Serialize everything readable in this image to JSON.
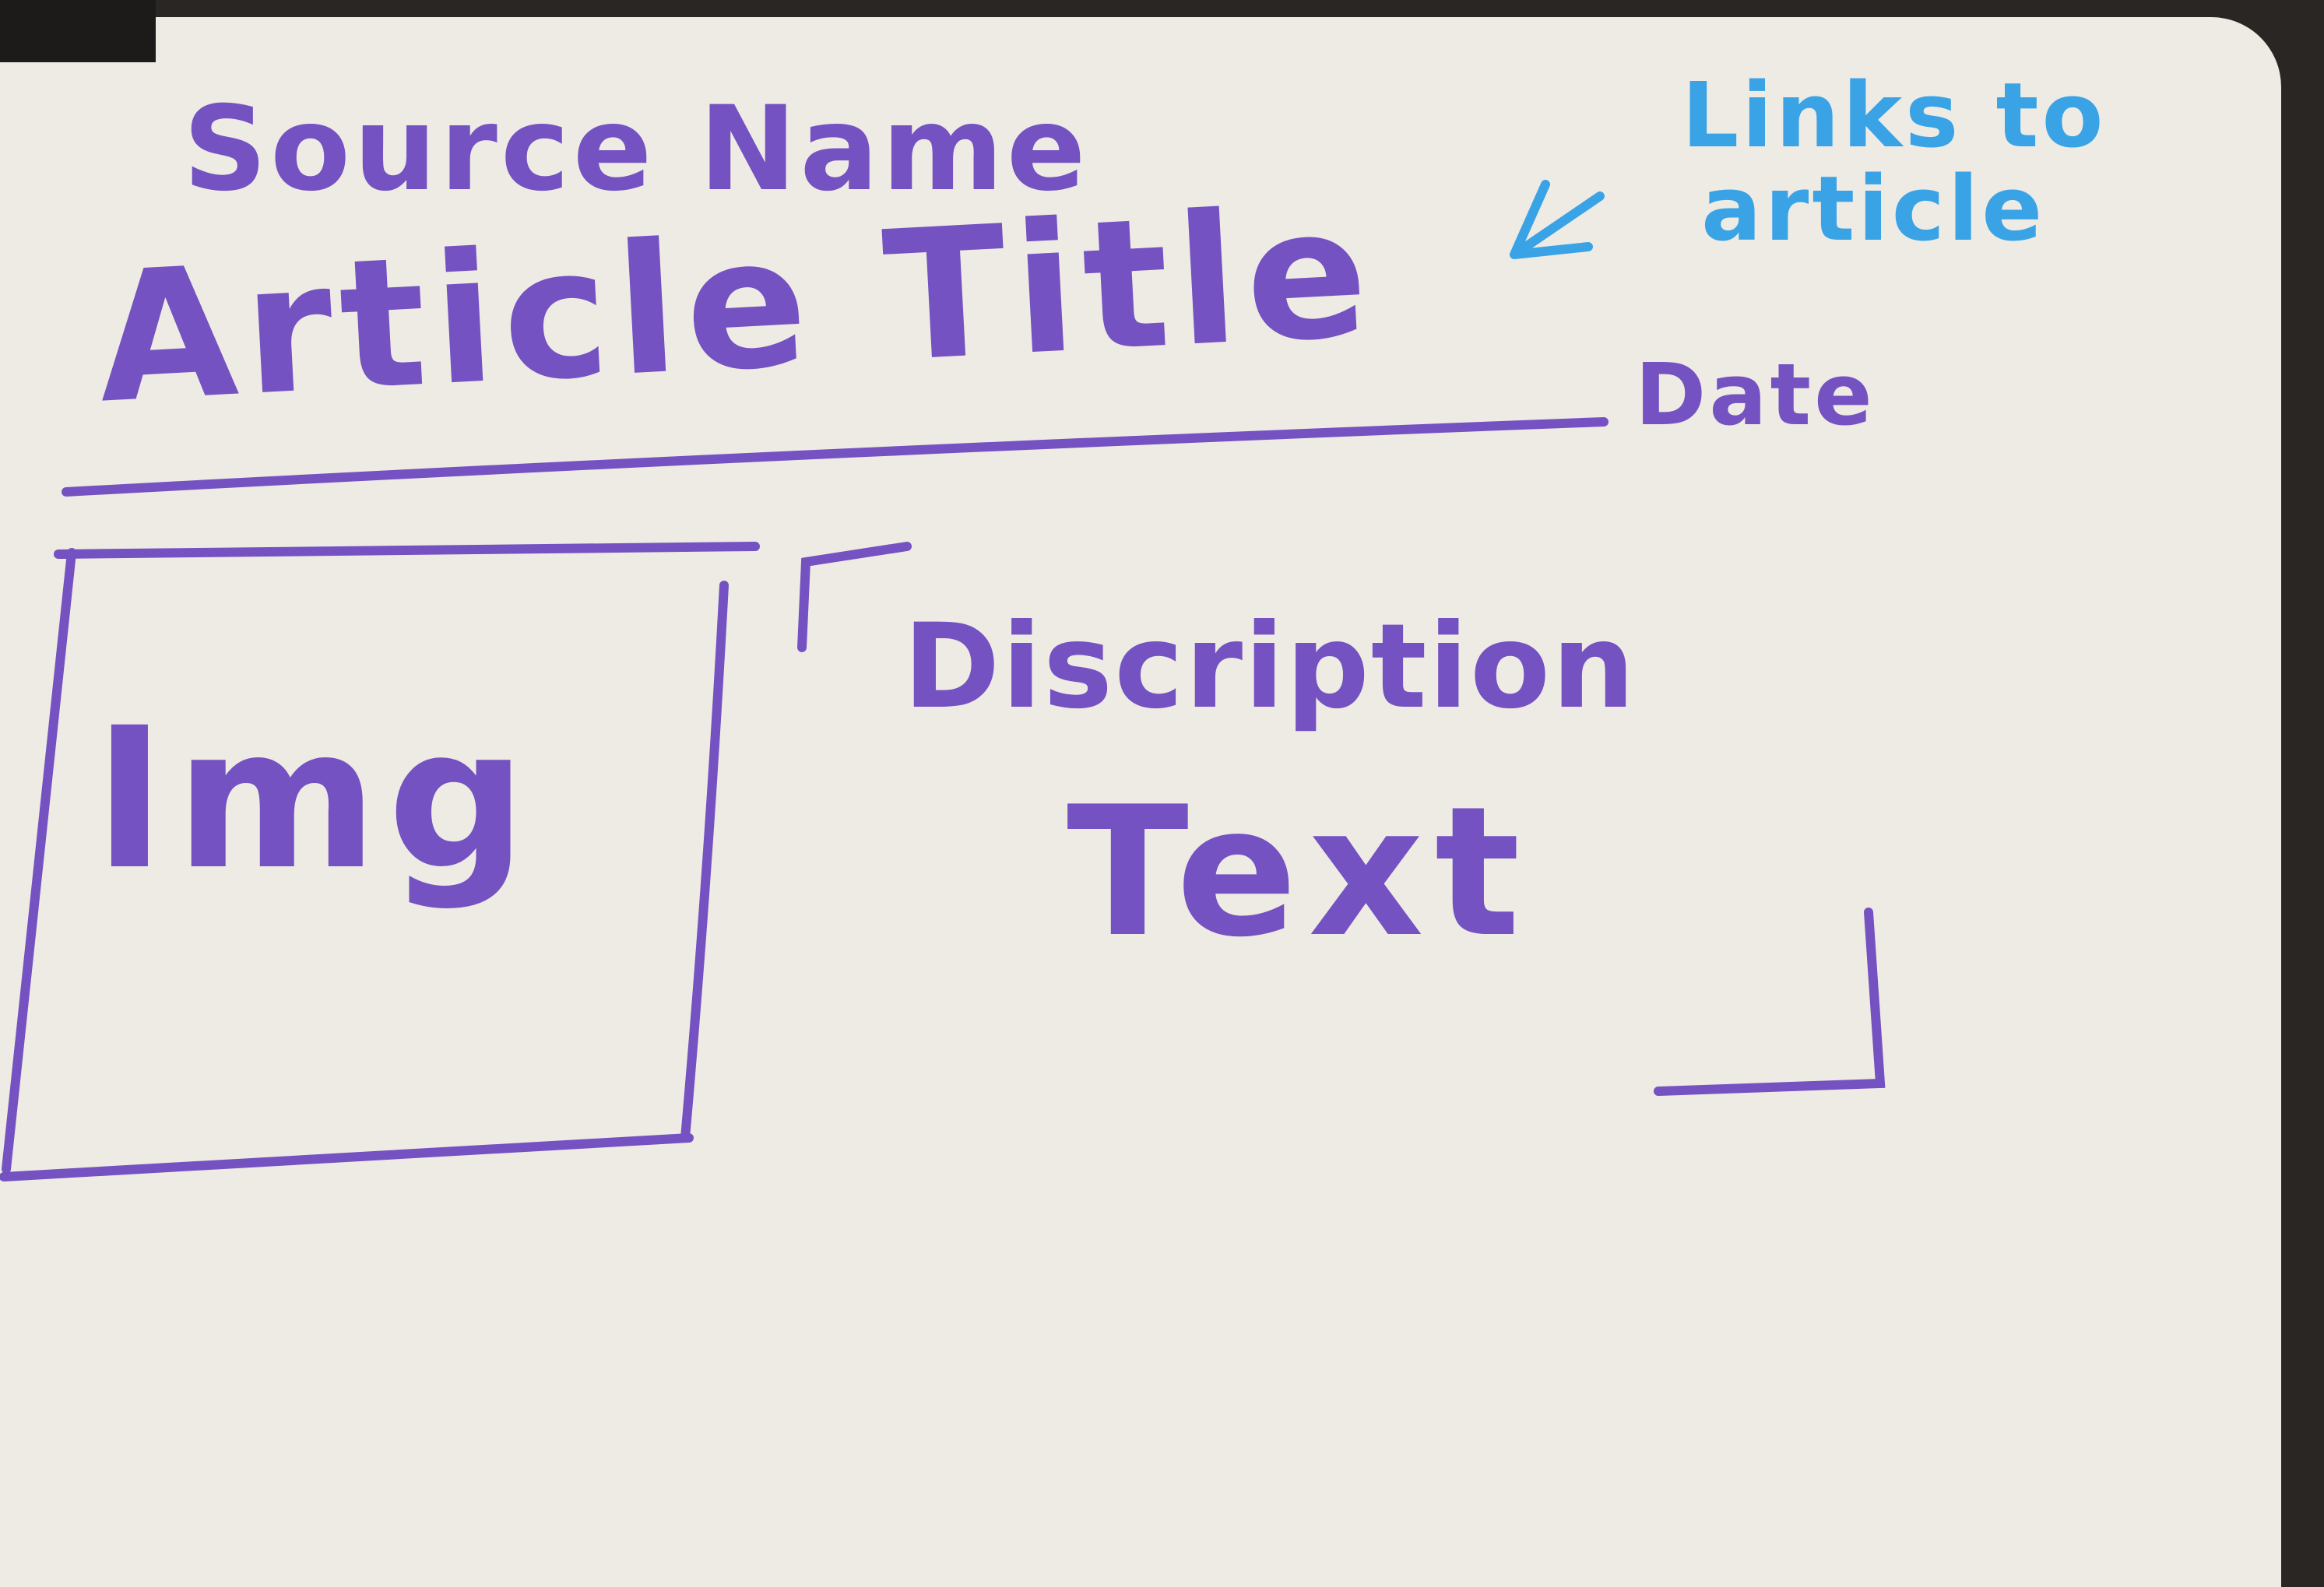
{
  "colors": {
    "marker": "#7452c2",
    "note": "#3aa3e6",
    "board": "#eeebe4",
    "background": "#2a2624"
  },
  "sketch": {
    "source_name": "Source Name",
    "article_title": "Article Title",
    "date": "Date",
    "note": {
      "line1": "Links to",
      "line2": "article",
      "arrow_icon": "arrow-down-left-icon"
    },
    "image_placeholder": "Img",
    "description_line1": "Discription",
    "description_line2": "Text"
  }
}
